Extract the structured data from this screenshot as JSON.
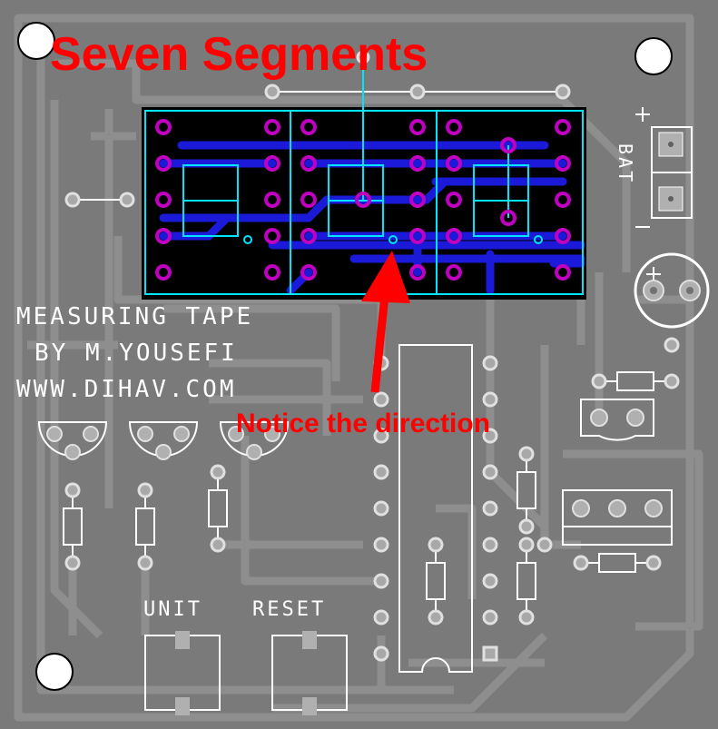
{
  "annotations": {
    "title": "Seven Segments",
    "direction_note": "Notice the direction"
  },
  "silkscreen": {
    "line1": "MEASURING TAPE",
    "line2": "BY M.YOUSEFI",
    "line3": "WWW.DIHAV.COM",
    "battery": "BAT",
    "plus": "+",
    "minus": "—",
    "unit_button": "UNIT",
    "reset_button": "RESET"
  },
  "colors": {
    "board": "#7a7a7a",
    "trace": "#8c8c8c",
    "display_bg": "#000000",
    "display_outline": "#00e5ff",
    "display_trace": "#1515d8",
    "pad_magenta": "#c000c0",
    "annotation_red": "#ff0000",
    "silk": "#ffffff"
  }
}
